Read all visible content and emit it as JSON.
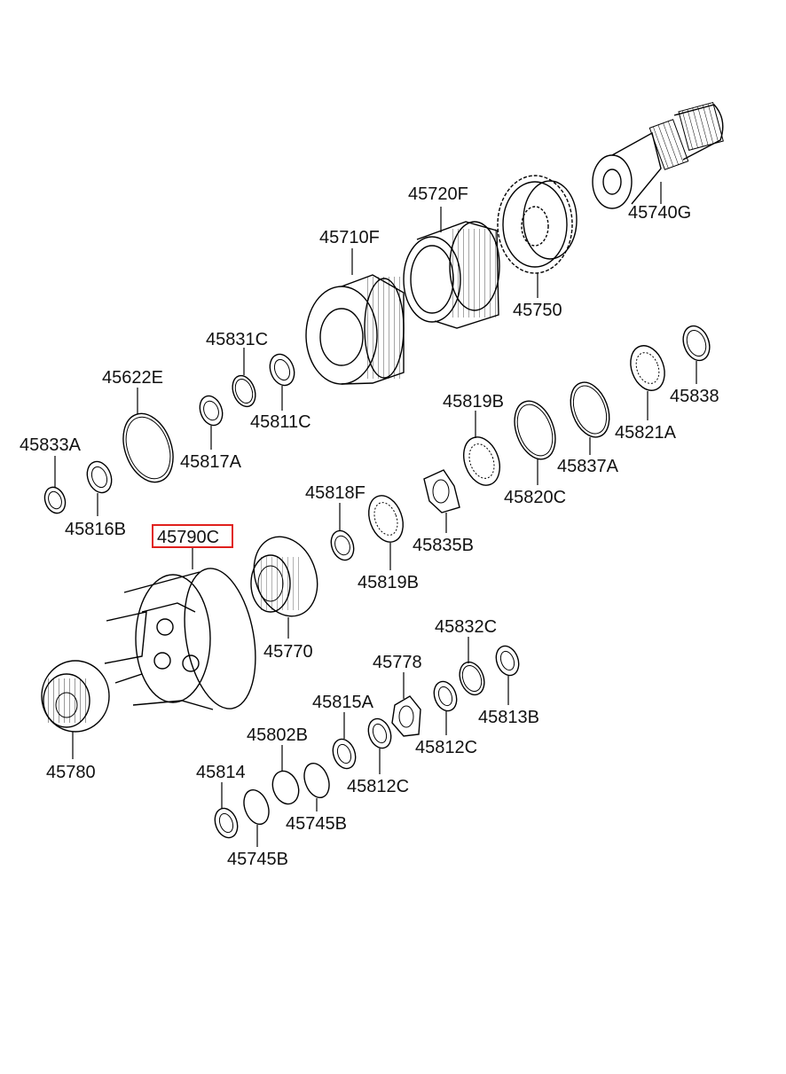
{
  "highlight_color": "#e0201d",
  "highlighted_part": "45790C",
  "parts": {
    "p45740G": "45740G",
    "p45720F": "45720F",
    "p45710F": "45710F",
    "p45750": "45750",
    "p45831C": "45831C",
    "p45622E": "45622E",
    "p45811C": "45811C",
    "p45838": "45838",
    "p45819B_top": "45819B",
    "p45821A": "45821A",
    "p45833A": "45833A",
    "p45817A": "45817A",
    "p45837A": "45837A",
    "p45820C": "45820C",
    "p45818F": "45818F",
    "p45816B": "45816B",
    "p45790C": "45790C",
    "p45835B": "45835B",
    "p45819B_mid": "45819B",
    "p45832C": "45832C",
    "p45770": "45770",
    "p45778": "45778",
    "p45815A": "45815A",
    "p45813B": "45813B",
    "p45802B": "45802B",
    "p45812C_right": "45812C",
    "p45780": "45780",
    "p45814": "45814",
    "p45812C_left": "45812C",
    "p45745B_right": "45745B",
    "p45745B_left": "45745B"
  }
}
